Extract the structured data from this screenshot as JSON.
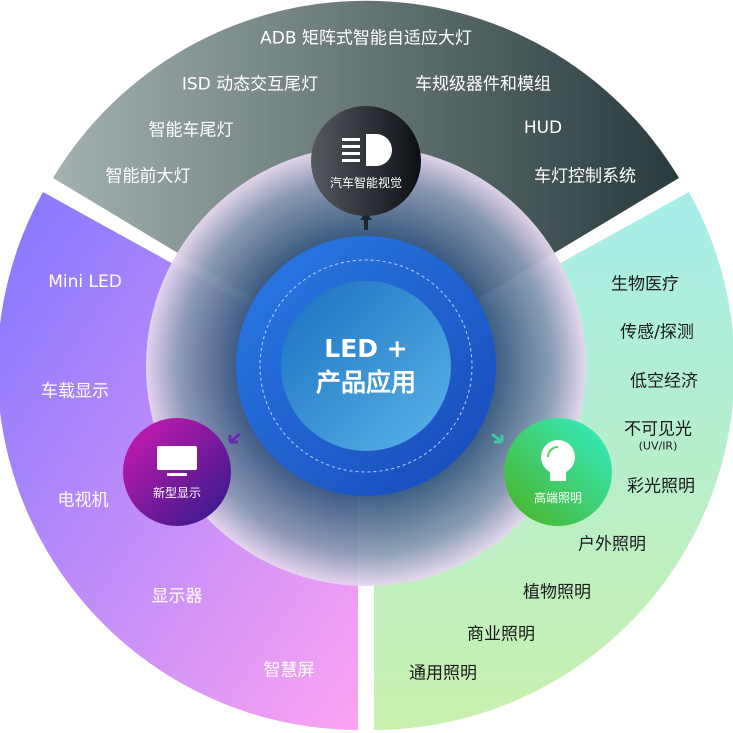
{
  "center": {
    "line1": "LED +",
    "line2": "产品应用"
  },
  "hubs": {
    "auto": {
      "label": "汽车智能视觉",
      "icon": "headlight-icon"
    },
    "display": {
      "label": "新型显示",
      "icon": "monitor-icon"
    },
    "lighting": {
      "label": "高端照明",
      "icon": "bulb-icon"
    }
  },
  "top_items": [
    "ADB 矩阵式智能自适应大灯",
    "ISD 动态交互尾灯",
    "车规级器件和模组",
    "智能车尾灯",
    "HUD",
    "智能前大灯",
    "车灯控制系统"
  ],
  "left_items": [
    "Mini LED",
    "车载显示",
    "电视机",
    "显示器",
    "智慧屏"
  ],
  "right_items": [
    "生物医疗",
    "传感/探测",
    "低空经济",
    "不可见光",
    "(UV/IR)",
    "彩光照明",
    "户外照明",
    "植物照明",
    "商业照明",
    "通用照明"
  ],
  "colors": {
    "top_start": "#a3b2b0",
    "top_end": "#283a3c",
    "left_start": "#8276ff",
    "left_end": "#fda4f2",
    "right_start": "#a6ede9",
    "right_end": "#c9f0ae",
    "ring": "#1e6fd8"
  }
}
